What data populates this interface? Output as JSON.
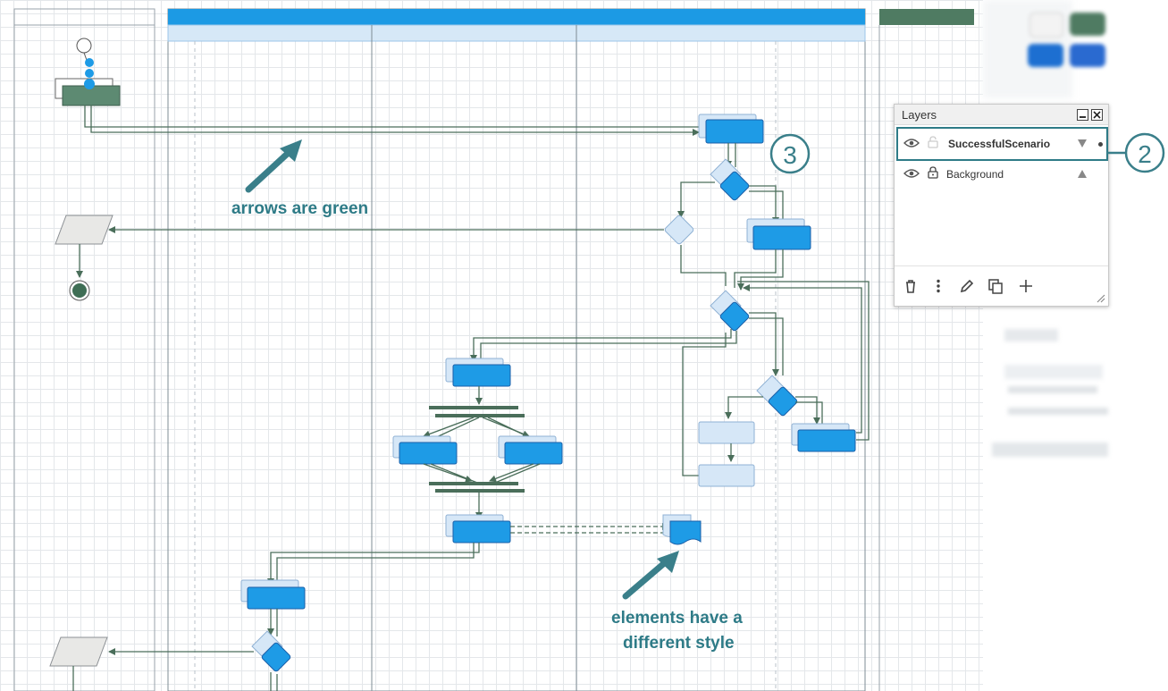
{
  "layers_panel": {
    "title": "Layers",
    "layers": [
      {
        "name": "SuccessfulScenario",
        "selected": true,
        "locked": false,
        "move_icon": "triangle-down-icon"
      },
      {
        "name": "Background",
        "selected": false,
        "locked": true,
        "move_icon": "triangle-up-icon"
      }
    ],
    "toolbar_icons": [
      "trash-icon",
      "more-vertical-icon",
      "pencil-icon",
      "duplicate-icon",
      "plus-icon"
    ]
  },
  "annotations": {
    "arrows_note": "arrows are green",
    "elements_note_line1": "elements have a",
    "elements_note_line2": "different style",
    "callout_2": "2",
    "callout_3": "3"
  },
  "colors": {
    "accent": "#2e7b87",
    "task_fill": "#1e9be6",
    "task_border": "#1b5fa8",
    "task_background_fill": "#d6e7f7",
    "connector_green": "#4a6e5a",
    "pool_header": "#1c9ae4",
    "lane_header": "#d6e8f7",
    "start_node_fill": "#5d8a72"
  }
}
